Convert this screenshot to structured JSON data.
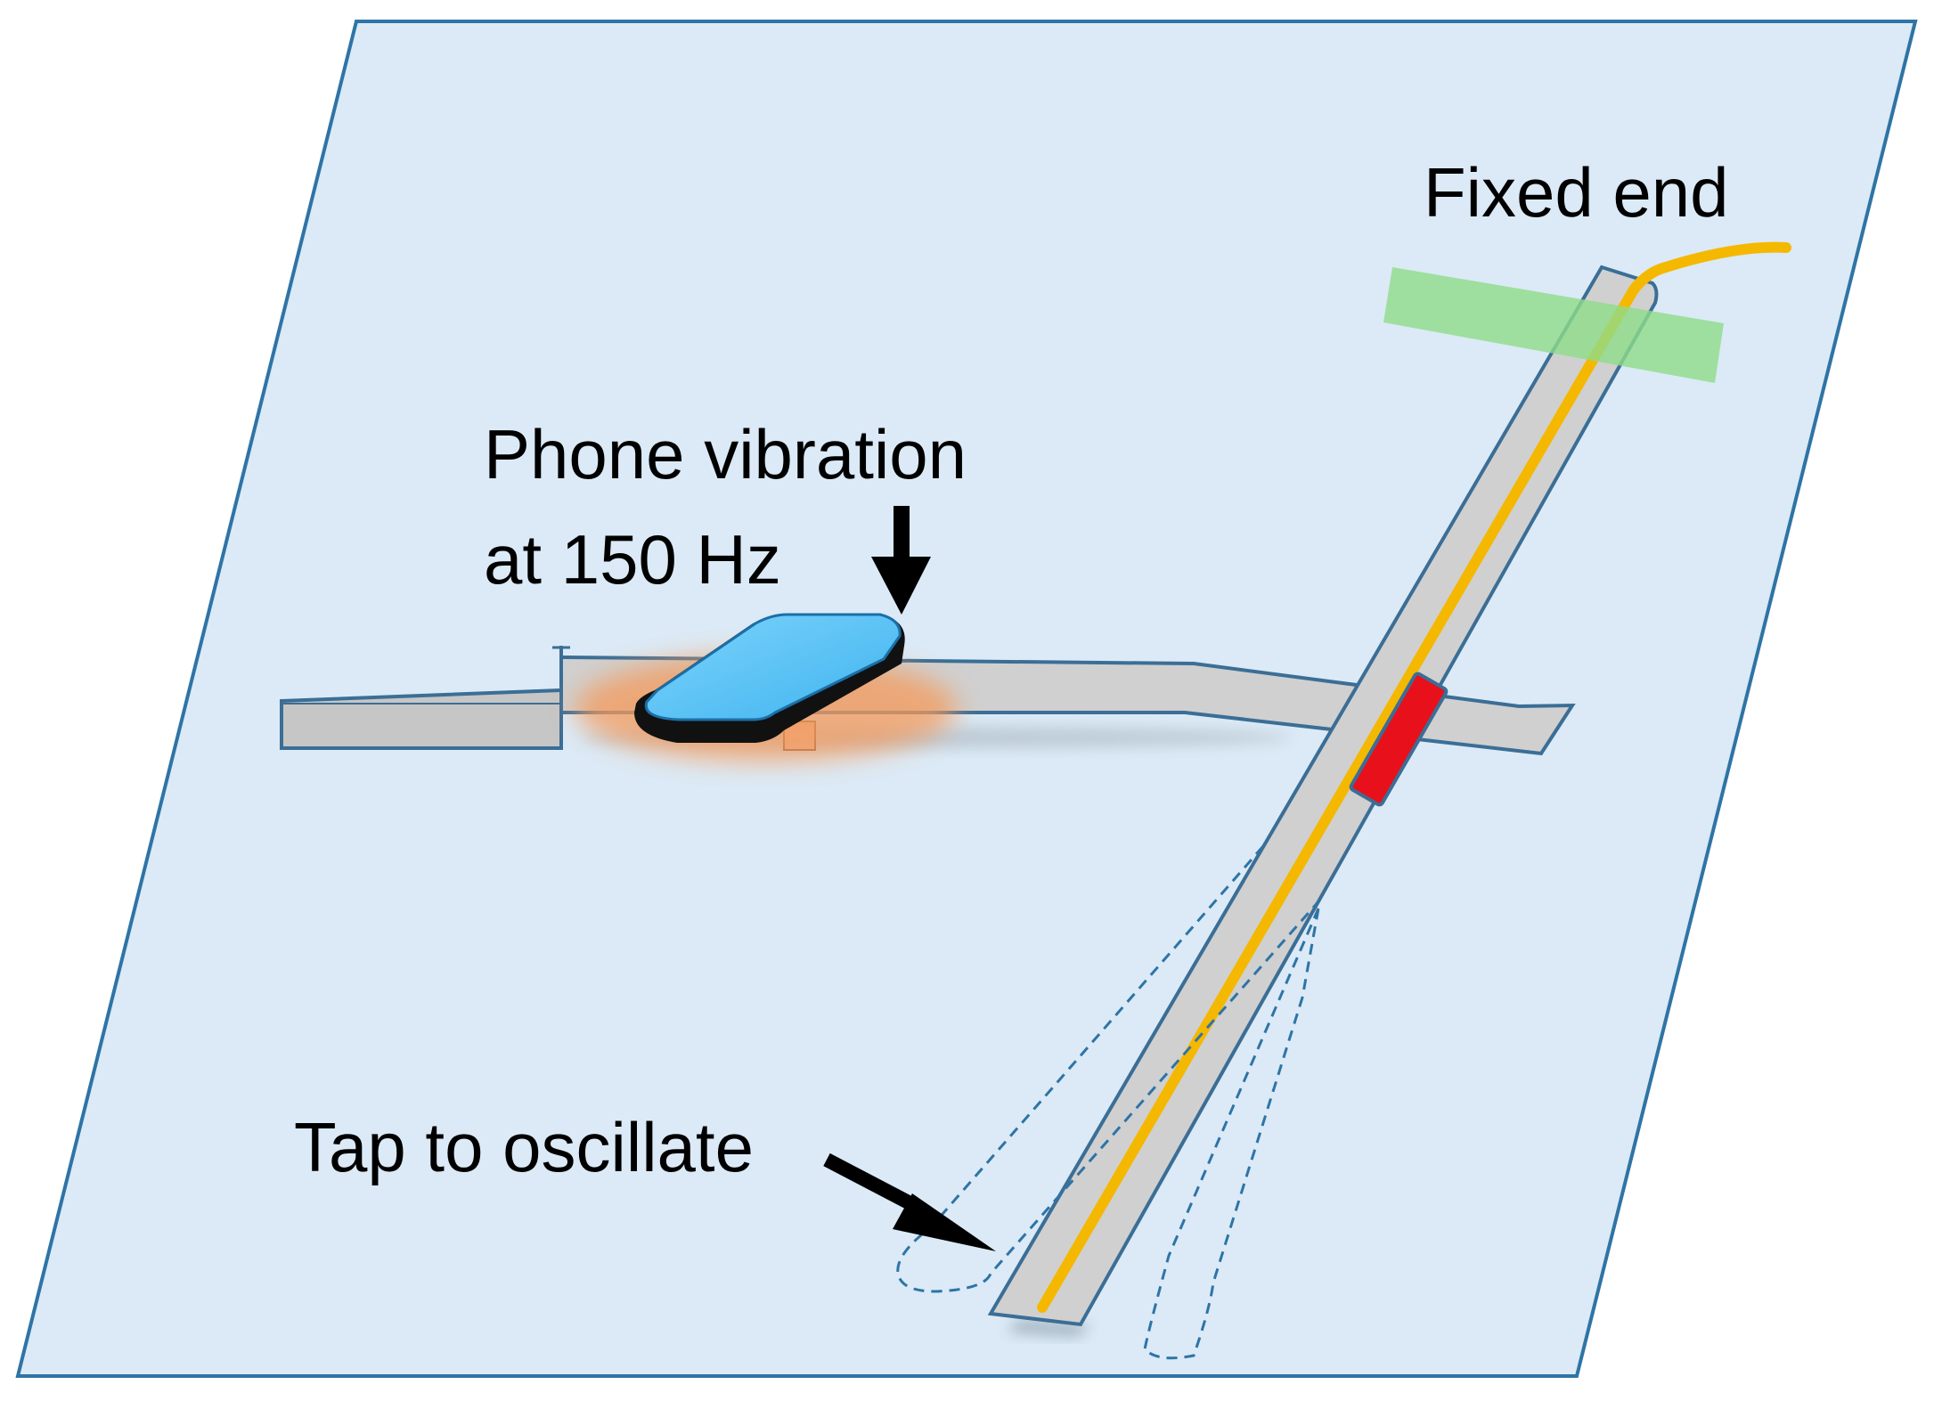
{
  "labels": {
    "fixed_end": "Fixed end",
    "phone_vibration_line1": "Phone vibration",
    "phone_vibration_line2": "at 150 Hz",
    "tap_to_oscillate": "Tap to oscillate"
  },
  "colors": {
    "plane_fill": "#dbeaf6",
    "plane_stroke": "#2e74a6",
    "beam_fill": "#d0d0d0",
    "beam_stroke": "#3b6e96",
    "wire": "#f5b800",
    "sensor": "#e8101a",
    "clamp": "#8fdc8a",
    "phone_screen": "#4fc0f5",
    "phone_body": "#111111",
    "glow": "#f59a5a",
    "arrow": "#000000"
  }
}
